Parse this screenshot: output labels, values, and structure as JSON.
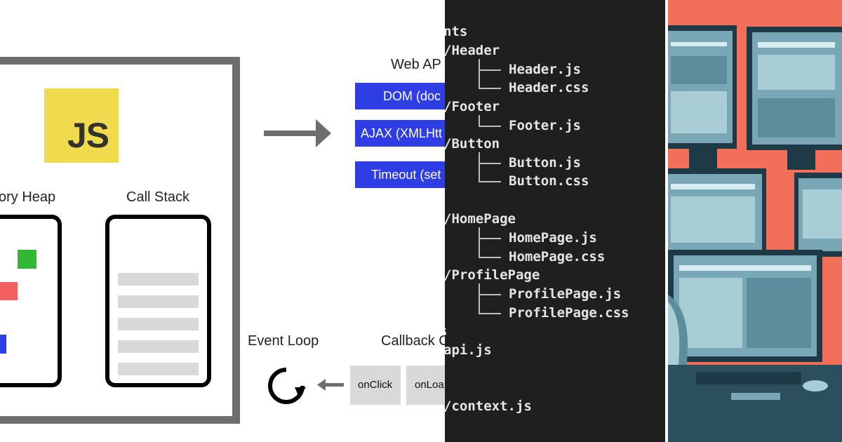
{
  "diagram": {
    "js_logo_text": "JS",
    "memory_heap_label": "ory Heap",
    "call_stack_label": "Call Stack",
    "web_apis_label": "Web AP",
    "web_api_buttons": [
      "DOM (doc",
      "AJAX (XMLHtt",
      "Timeout (set"
    ],
    "event_loop_label": "Event Loop",
    "callback_queue_label": "Callback C",
    "callbacks": [
      "onClick",
      "onLoa"
    ],
    "colors": {
      "js_yellow": "#f0db4f",
      "api_blue": "#2f3de4",
      "heap_green": "#33b834",
      "heap_red": "#f25f5f",
      "heap_blue": "#2f3de4",
      "frame_gray": "#6e6e6e"
    }
  },
  "code_tree": {
    "lines": [
      "nts",
      "/Header",
      "Header.js",
      "Header.css",
      "/Footer",
      "Footer.js",
      "/Button",
      "Button.js",
      "Button.css",
      "/HomePage",
      "HomePage.js",
      "HomePage.css",
      "/ProfilePage",
      "ProfilePage.js",
      "ProfilePage.css",
      "s",
      "api.js",
      "/context.js"
    ]
  },
  "illustration": {
    "subject": "developer-at-multiple-monitors",
    "colors": {
      "background": "#f2705a",
      "screen": "#7aa7b5",
      "dark": "#1d3a46"
    }
  }
}
